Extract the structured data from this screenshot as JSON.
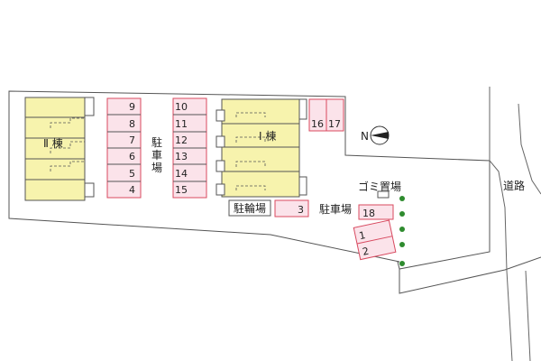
{
  "buildings": {
    "bldg2": {
      "label": "Ⅱ 棟"
    },
    "bldg1": {
      "label": "Ⅰ 棟"
    }
  },
  "parking": {
    "label": "駐車場",
    "spots": [
      "9",
      "8",
      "7",
      "6",
      "5",
      "4",
      "10",
      "11",
      "12",
      "13",
      "14",
      "15",
      "16",
      "17",
      "3",
      "18",
      "1",
      "2"
    ]
  },
  "bike_parking": {
    "label": "駐輪場"
  },
  "trash": {
    "label": "ゴミ置場"
  },
  "road": {
    "label": "道路"
  },
  "compass": {
    "label": "N"
  }
}
